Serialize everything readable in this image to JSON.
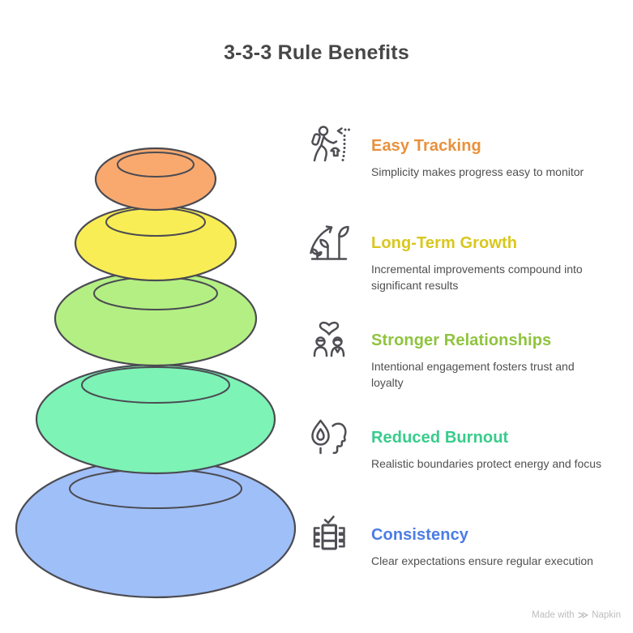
{
  "page": {
    "title": "3-3-3 Rule Benefits",
    "background": "#ffffff",
    "heading_color": "#474747"
  },
  "benefits": [
    {
      "title": "Easy Tracking",
      "description": "Simplicity makes progress easy to monitor",
      "accent": "#E8913D",
      "icon": "hiker-trail-icon"
    },
    {
      "title": "Long-Term Growth",
      "description": "Incremental improvements compound into significant results",
      "accent": "#D9C71E",
      "icon": "growth-plant-icon"
    },
    {
      "title": "Stronger Relationships",
      "description": "Intentional engagement fosters trust and loyalty",
      "accent": "#8FC43F",
      "icon": "people-heart-icon"
    },
    {
      "title": "Reduced Burnout",
      "description": "Realistic boundaries protect energy and focus",
      "accent": "#38CC8C",
      "icon": "burnout-flame-head-icon"
    },
    {
      "title": "Consistency",
      "description": "Clear expectations ensure regular execution",
      "accent": "#4C7CE6",
      "icon": "table-check-icon"
    }
  ],
  "stack": {
    "outline_color": "#4B4B52",
    "stones": [
      {
        "benefit": "Easy Tracking",
        "fill": "#F9A96E"
      },
      {
        "benefit": "Long-Term Growth",
        "fill": "#F8ED55"
      },
      {
        "benefit": "Stronger Relationships",
        "fill": "#B4EF84"
      },
      {
        "benefit": "Reduced Burnout",
        "fill": "#7DF3B6"
      },
      {
        "benefit": "Consistency",
        "fill": "#9FBFF8"
      }
    ]
  },
  "footer": {
    "made_with": "Made with",
    "brand": "Napkin",
    "logo_glyph": "≫",
    "color": "#BDBDBD"
  }
}
